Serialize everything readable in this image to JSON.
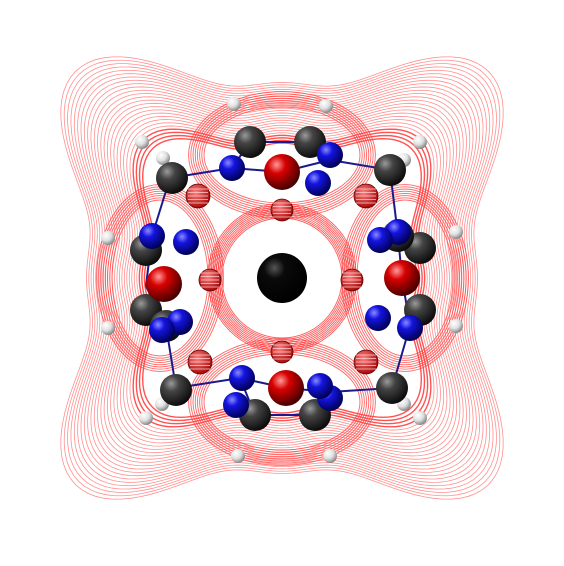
{
  "scene": {
    "background": "#ffffff",
    "contour_color": "#ff6b6b",
    "contour_dense_color": "#ff4040",
    "bond_color": "#1a1a8c",
    "atom_colors": {
      "carbon": "#2a2a2a",
      "nitrogen": "#0a0ad8",
      "oxygen": "#d20000",
      "hydrogen": "#e6e6e6",
      "central": "#000000"
    },
    "symmetry_order": 4,
    "atom_types": [
      "carbon",
      "nitrogen",
      "oxygen",
      "hydrogen",
      "central"
    ]
  }
}
